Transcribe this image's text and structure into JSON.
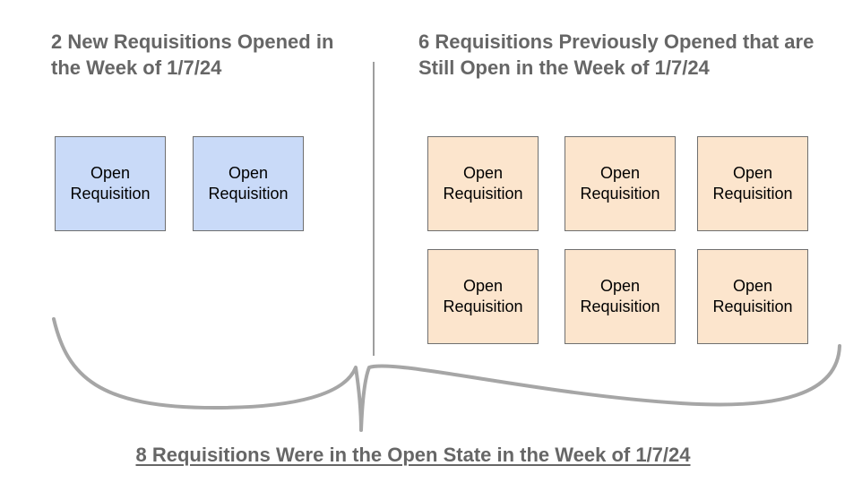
{
  "headings": {
    "new_requisitions": "2 New Requisitions Opened in the Week of 1/7/24",
    "previously_opened": "6 Requisitions Previously Opened that are Still Open in the Week of 1/7/24"
  },
  "groups": {
    "new": {
      "count": 2,
      "items": [
        {
          "label": "Open Requisition"
        },
        {
          "label": "Open Requisition"
        }
      ]
    },
    "previous": {
      "count": 6,
      "items": [
        {
          "label": "Open Requisition"
        },
        {
          "label": "Open Requisition"
        },
        {
          "label": "Open Requisition"
        },
        {
          "label": "Open Requisition"
        },
        {
          "label": "Open Requisition"
        },
        {
          "label": "Open Requisition"
        }
      ]
    }
  },
  "summary": "8 Requisitions Were in the Open State in the Week of 1/7/24",
  "colors": {
    "new_fill": "#c9daf8",
    "previous_fill": "#fce5cd",
    "box_border": "#6f6f6f",
    "heading_text": "#666666",
    "divider": "#9e9e9e",
    "brace": "#a6a6a6"
  }
}
